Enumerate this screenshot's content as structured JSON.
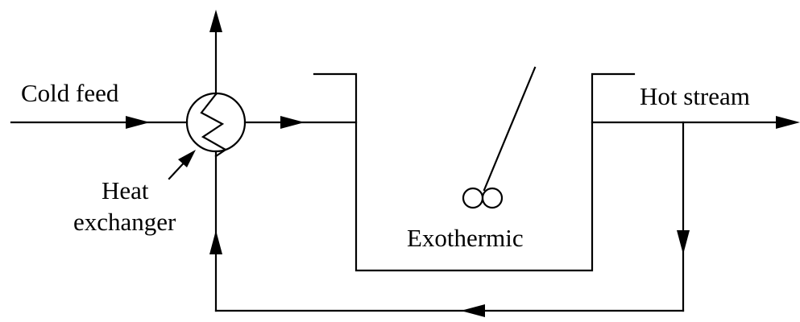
{
  "labels": {
    "cold_feed": "Cold feed",
    "hot_stream": "Hot stream",
    "heat_line1": "Heat",
    "heat_line2": "exchanger",
    "reactor": "Exothermic"
  }
}
